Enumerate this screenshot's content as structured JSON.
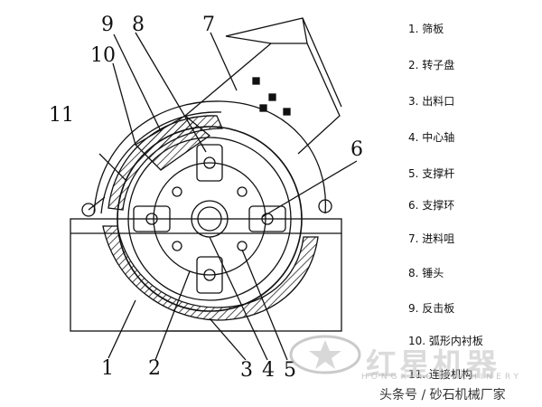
{
  "callouts": [
    "1",
    "2",
    "3",
    "4",
    "5",
    "6",
    "7",
    "8",
    "9",
    "10",
    "11"
  ],
  "legend": [
    "1. 筛板",
    "2. 转子盘",
    "3. 出料口",
    "4. 中心轴",
    "5. 支撑杆",
    "6. 支撑环",
    "7. 进料咀",
    "8. 锤头",
    "9. 反击板",
    "10. 弧形内衬板",
    "11. 连接机构"
  ],
  "watermark": {
    "brand": "红星机器",
    "sub": "HONGXING MACHINERY",
    "credit": "头条号 / 砂石机械厂家"
  },
  "colors": {
    "line": "#111111",
    "hatch": "#222222"
  }
}
